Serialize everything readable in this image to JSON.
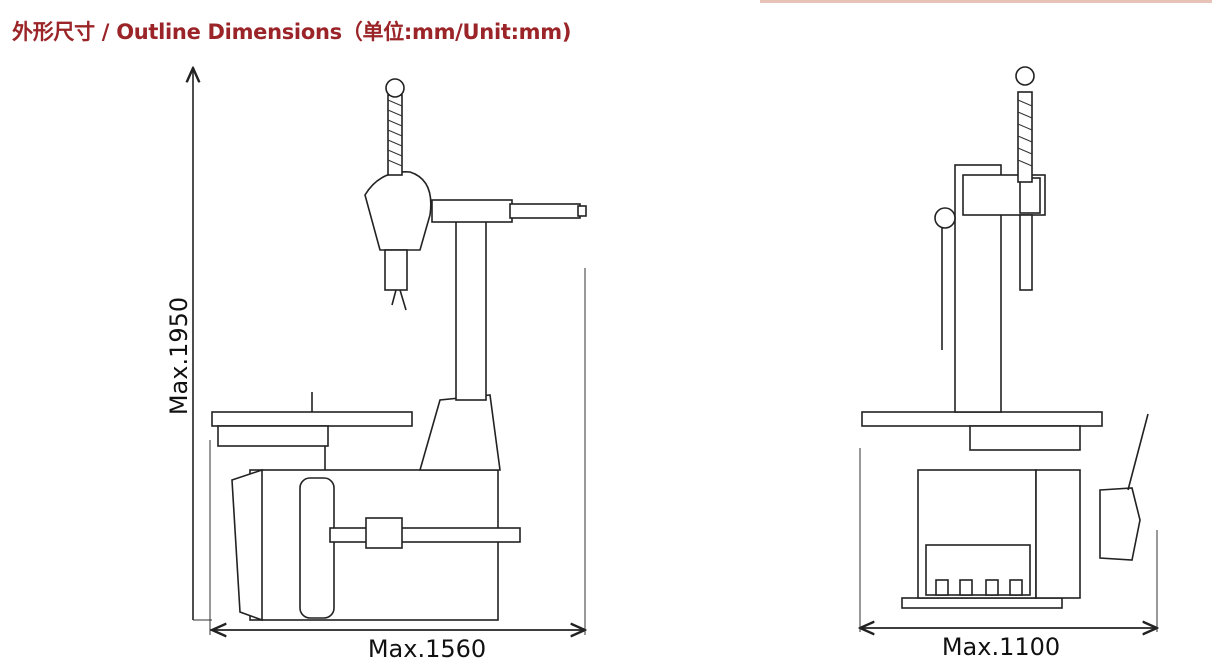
{
  "title": "外形尺寸 / Outline Dimensions（单位:mm/Unit:mm)",
  "side_view": {
    "height_label": "Max.1950",
    "width_label": "Max.1560"
  },
  "front_view": {
    "width_label": "Max.1100"
  },
  "accent_color": "#9a2428"
}
